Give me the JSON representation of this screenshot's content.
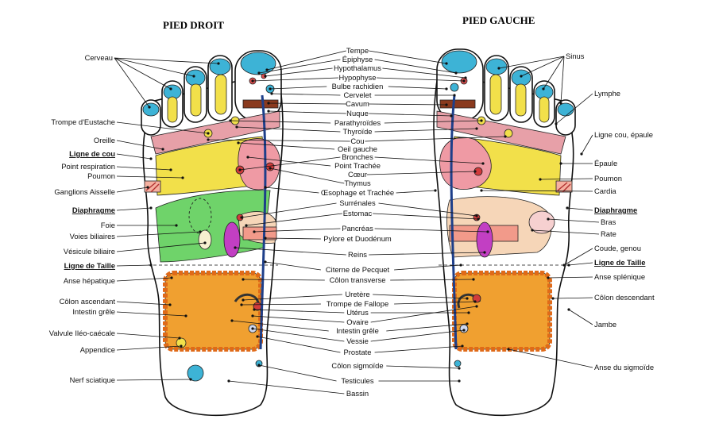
{
  "titles": {
    "right_foot": "PIED DROIT",
    "left_foot": "PIED GAUCHE"
  },
  "labels": {
    "left": [
      "Cerveau",
      "Trompe d'Eustache",
      "Oreille",
      "Ligne de cou",
      "Point respiration",
      "Poumon",
      "Ganglions Aisselle",
      "Diaphragme",
      "Foie",
      "Voies biliaires",
      "Vésicule biliaire",
      "Ligne de Taille",
      "Anse hépatique",
      "Côlon ascendant",
      "Intestin grêle",
      "Valvule Iléo-caécale",
      "Appendice",
      "Nerf sciatique"
    ],
    "center": [
      "Tempe",
      "Épiphyse",
      "Hypothalamus",
      "Hypophyse",
      "Bulbe rachidien",
      "Cervelet",
      "Cavum",
      "Nuque",
      "Parathyroïdes",
      "Thyroïde",
      "Cou",
      "Oeil gauche",
      "Bronches",
      "Point Trachée",
      "Cœur",
      "Thymus",
      "Œsophage et Trachée",
      "Surrénales",
      "Estomac",
      "Pancréas",
      "Pylore et Duodénum",
      "Reins",
      "Citerne de Pecquet",
      "Côlon transverse",
      "Uretère",
      "Trompe  de Fallope",
      "Utérus",
      "Ovaire",
      "Intestin grêle",
      "Vessie",
      "Prostate",
      "Côlon sigmoïde",
      "Testicules",
      "Bassin"
    ],
    "right": [
      "Sinus",
      "Lymphe",
      "Ligne cou, épaule",
      "Épaule",
      "Poumon",
      "Cardia",
      "Diaphragme",
      "Bras",
      "Rate",
      "Coude, genou",
      "Ligne de Taille",
      "Anse splénique",
      "Côlon descendant",
      "Jambe",
      "Anse du sigmoïde"
    ]
  },
  "colors": {
    "head": "#3db3d6",
    "neck": "#e7a0a8",
    "lung": "#f2e04a",
    "liver": "#6fd36a",
    "heart": "#ef9aa4",
    "kidney": "#c23fc3",
    "colon": "#e06a18",
    "intestine": "#f0a030",
    "pancreas": "#e85a5a",
    "spine": "#1e3f8a",
    "brown": "#8a3a1e",
    "stomach": "#f6d6b8"
  }
}
